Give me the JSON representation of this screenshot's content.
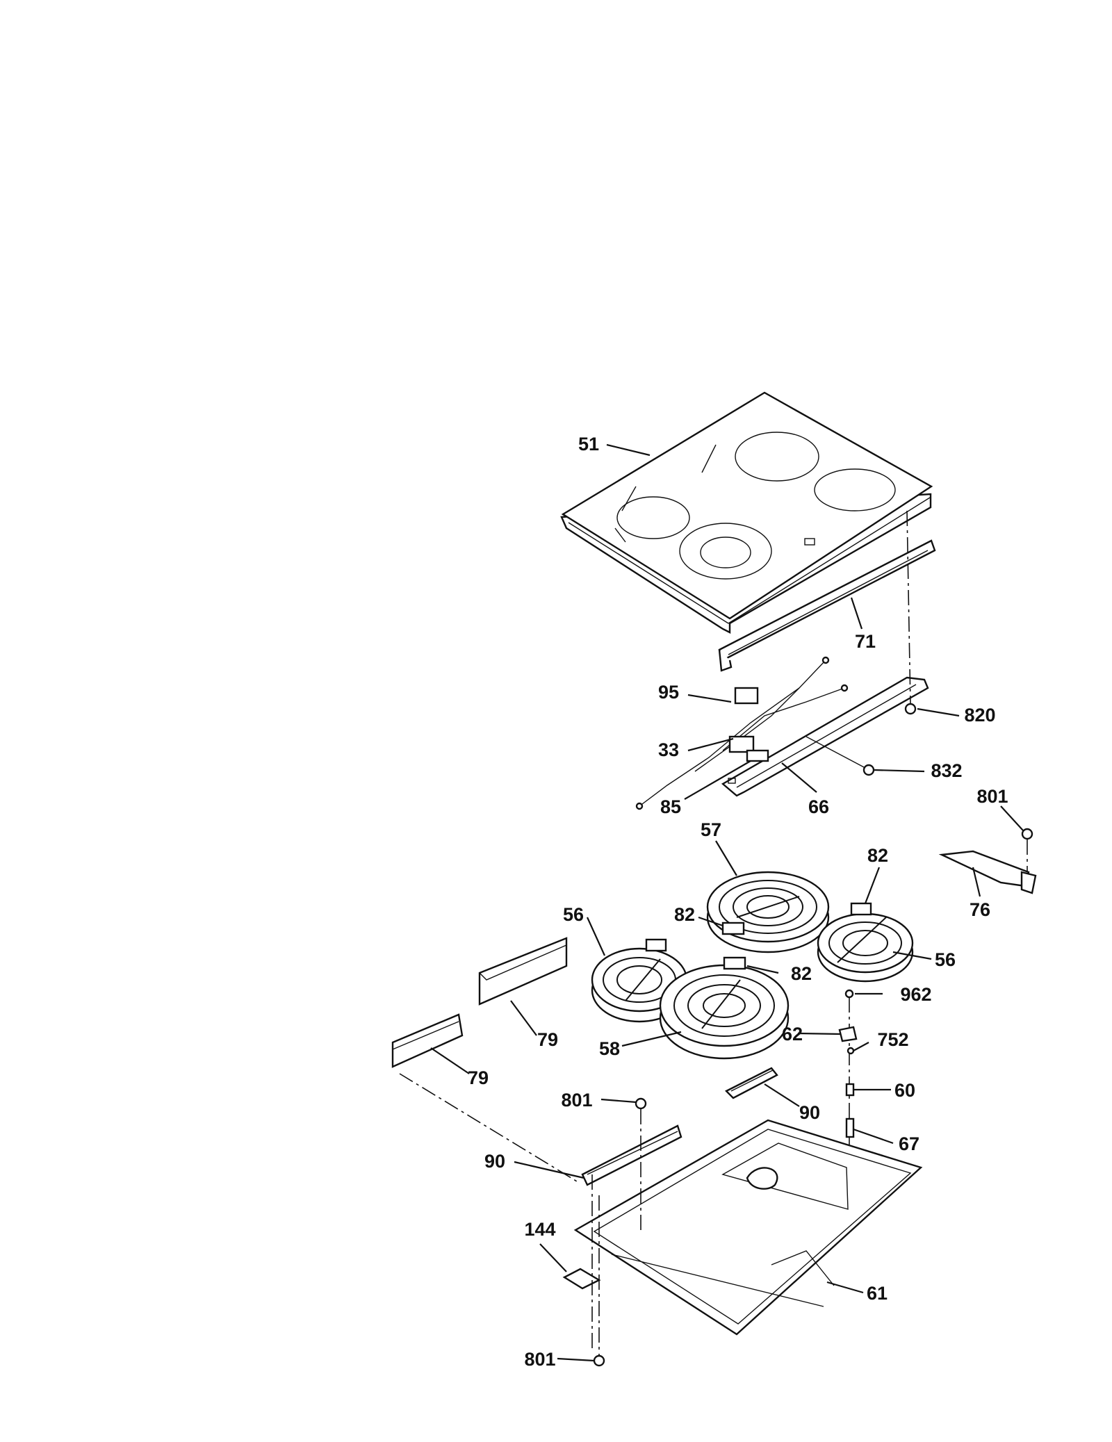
{
  "labels": {
    "l51": "51",
    "l71": "71",
    "l95": "95",
    "l820": "820",
    "l33": "33",
    "l832": "832",
    "l85": "85",
    "l66": "66",
    "l801a": "801",
    "l57": "57",
    "l82a": "82",
    "l56a": "56",
    "l82b": "82",
    "l76": "76",
    "l56b": "56",
    "l82c": "82",
    "l962": "962",
    "l79a": "79",
    "l62": "62",
    "l752": "752",
    "l58": "58",
    "l79b": "79",
    "l60": "60",
    "l801b": "801",
    "l90a": "90",
    "l67": "67",
    "l90b": "90",
    "l144": "144",
    "l61": "61",
    "l801c": "801"
  }
}
